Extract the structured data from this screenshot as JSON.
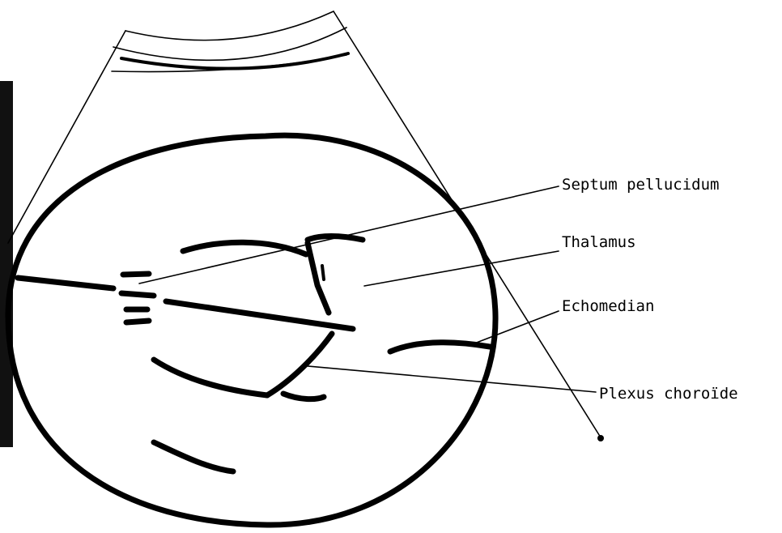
{
  "diagram": {
    "labels": {
      "septum": "Septum pellucidum",
      "thalamus": "Thalamus",
      "echomedian": "Echomedian",
      "plexus": "Plexus choroïde"
    },
    "colors": {
      "ink": "#000000",
      "background": "#ffffff",
      "edge_strip": "#111111"
    }
  }
}
